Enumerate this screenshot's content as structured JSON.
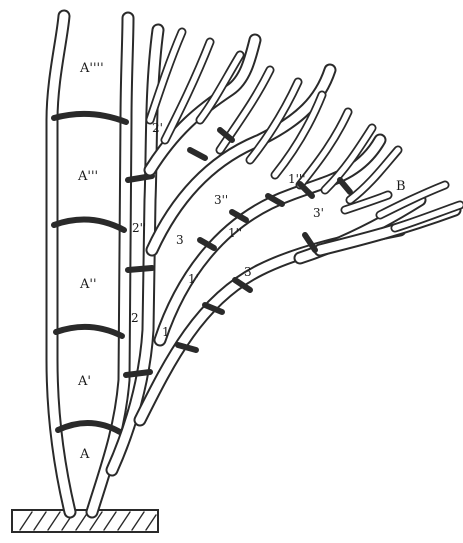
{
  "labels": {
    "a1": "A",
    "a2": "A'",
    "a3": "A''",
    "a4": "A'''",
    "a5": "A''''",
    "b": "B",
    "n2": "2",
    "n2p": "2'",
    "n2pp": "2''",
    "n1": "1",
    "n1p": "1'",
    "n1pp": "1''",
    "n1ppp": "1'''",
    "n3": "3",
    "n3b": "3",
    "n3p": "3'",
    "n3pp": "3''"
  },
  "colors": {
    "ink": "#2a2a2a",
    "paper": "#ffffff"
  }
}
